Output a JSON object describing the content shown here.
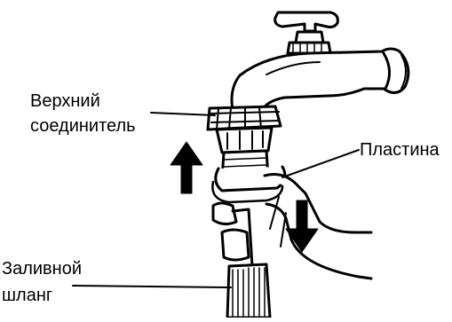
{
  "labels": {
    "upper_connector_line1": "Верхний",
    "upper_connector_line2": "соединитель",
    "plate": "Пластина",
    "inlet_hose_line1": "Заливной",
    "inlet_hose_line2": "шланг"
  },
  "colors": {
    "stroke": "#000000",
    "fill": "#ffffff"
  },
  "icons": {
    "up_arrow": "arrow-up-icon",
    "down_arrow": "arrow-down-icon"
  }
}
